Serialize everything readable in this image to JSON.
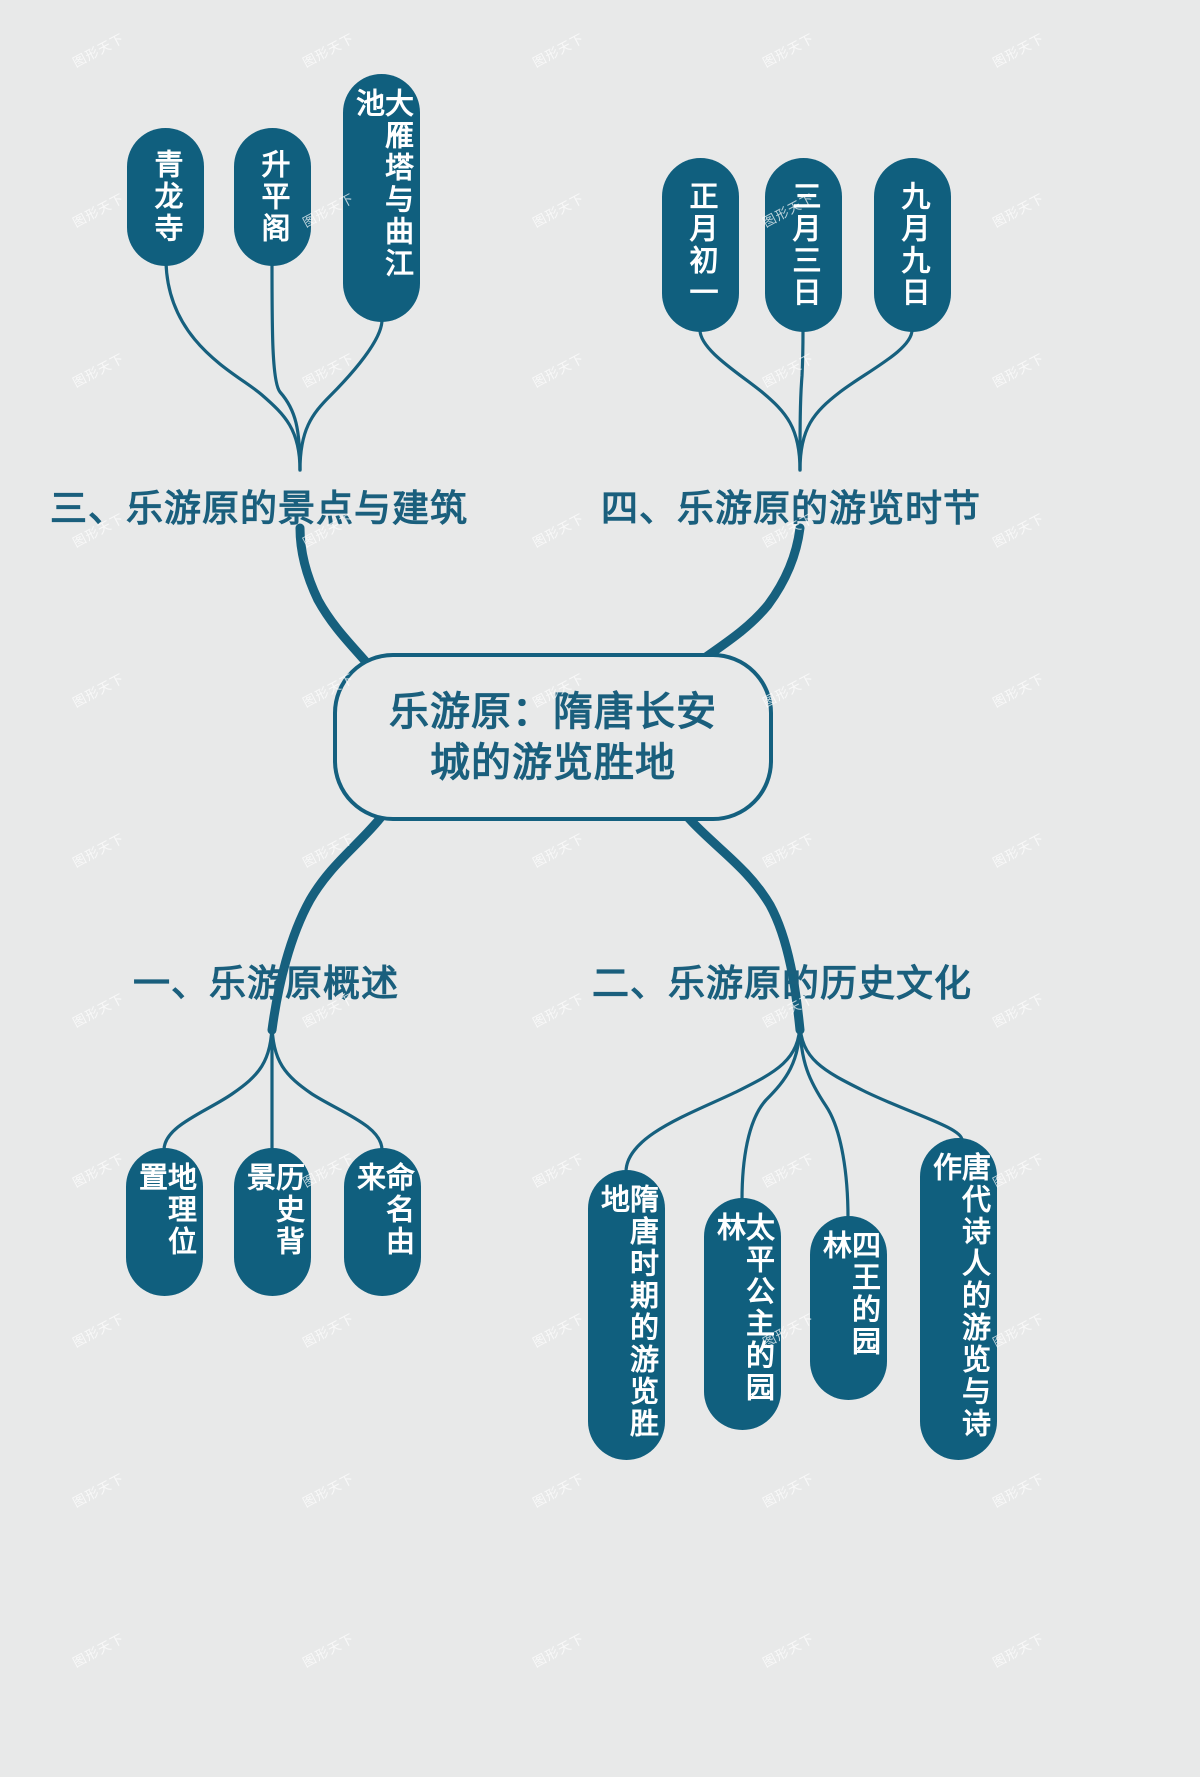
{
  "diagram": {
    "type": "mindmap",
    "title": "乐游原：隋唐长安城的游览胜地",
    "background_color": "#e8e9e9",
    "accent_color": "#105f7e",
    "text_color": "#1a5f7d",
    "node_text_color": "#ffffff",
    "watermark_text": "图形天下"
  },
  "center": {
    "label": "乐游原：隋唐长安城的游览胜地",
    "line1": "乐游原：隋唐长安",
    "line2": "城的游览胜地"
  },
  "branches": [
    {
      "id": "branch-1",
      "label": "一、乐游原概述",
      "position": "bottom-left",
      "children": [
        {
          "label": "地理位置"
        },
        {
          "label": "历史背景"
        },
        {
          "label": "命名由来"
        }
      ]
    },
    {
      "id": "branch-2",
      "label": "二、乐游原的历史文化",
      "position": "bottom-right",
      "children": [
        {
          "label": "隋唐时期的游览胜地"
        },
        {
          "label": "太平公主的园林"
        },
        {
          "label": "四王的园林"
        },
        {
          "label": "唐代诗人的游览与诗作"
        }
      ]
    },
    {
      "id": "branch-3",
      "label": "三、乐游原的景点与建筑",
      "position": "top-left",
      "children": [
        {
          "label": "青龙寺"
        },
        {
          "label": "升平阁"
        },
        {
          "label": "大雁塔与曲江池"
        }
      ]
    },
    {
      "id": "branch-4",
      "label": "四、乐游原的游览时节",
      "position": "top-right",
      "children": [
        {
          "label": "正月初一"
        },
        {
          "label": "三月三日"
        },
        {
          "label": "九月九日"
        }
      ]
    }
  ]
}
